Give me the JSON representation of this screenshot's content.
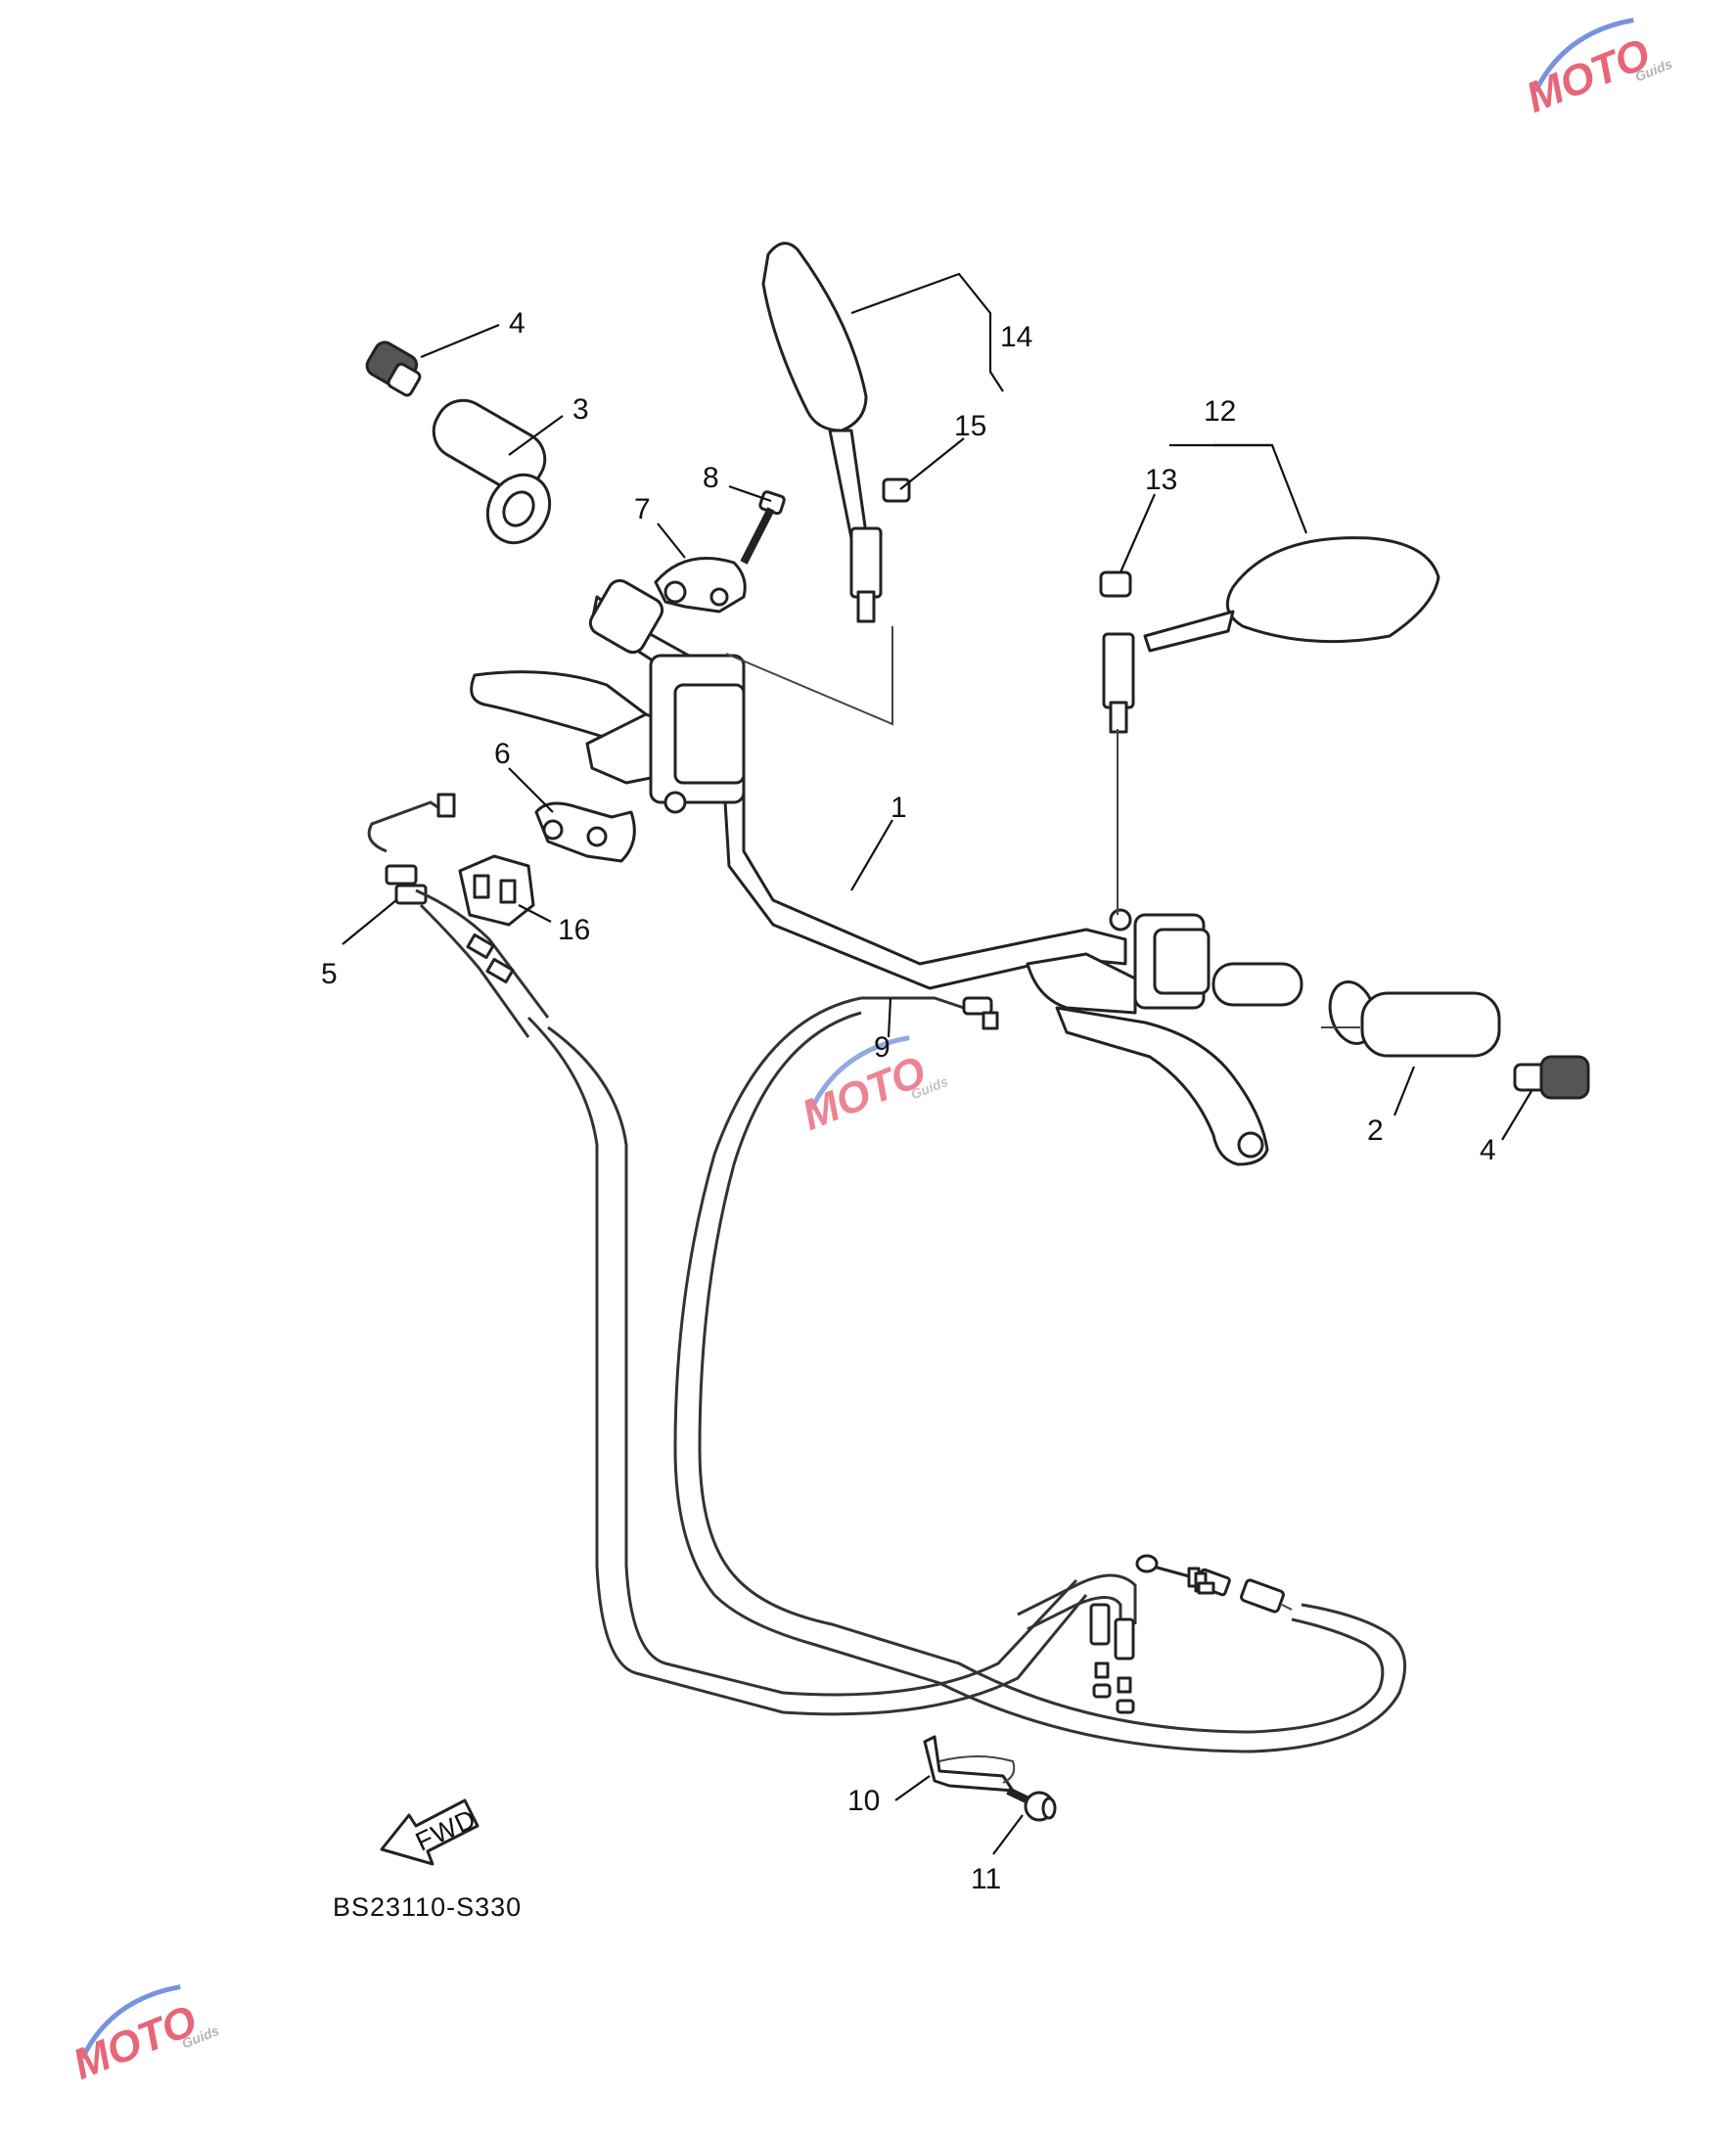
{
  "diagram": {
    "callouts": [
      {
        "id": "c1",
        "text": "1"
      },
      {
        "id": "c2",
        "text": "2"
      },
      {
        "id": "c3",
        "text": "3"
      },
      {
        "id": "c4a",
        "text": "4"
      },
      {
        "id": "c4b",
        "text": "4"
      },
      {
        "id": "c5",
        "text": "5"
      },
      {
        "id": "c6",
        "text": "6"
      },
      {
        "id": "c7",
        "text": "7"
      },
      {
        "id": "c8",
        "text": "8"
      },
      {
        "id": "c9",
        "text": "9"
      },
      {
        "id": "c10",
        "text": "10"
      },
      {
        "id": "c11",
        "text": "11"
      },
      {
        "id": "c12",
        "text": "12"
      },
      {
        "id": "c13",
        "text": "13"
      },
      {
        "id": "c14",
        "text": "14"
      },
      {
        "id": "c15",
        "text": "15"
      },
      {
        "id": "c16",
        "text": "16"
      }
    ],
    "fwd_label": "FWD",
    "diagram_code": "BS23110-S330"
  },
  "watermark": {
    "brand": "MOTO",
    "tagline": "Guids",
    "colors": {
      "red": "#e0334a",
      "blue": "#4a6fd6",
      "gray": "#9a9a9a"
    }
  }
}
